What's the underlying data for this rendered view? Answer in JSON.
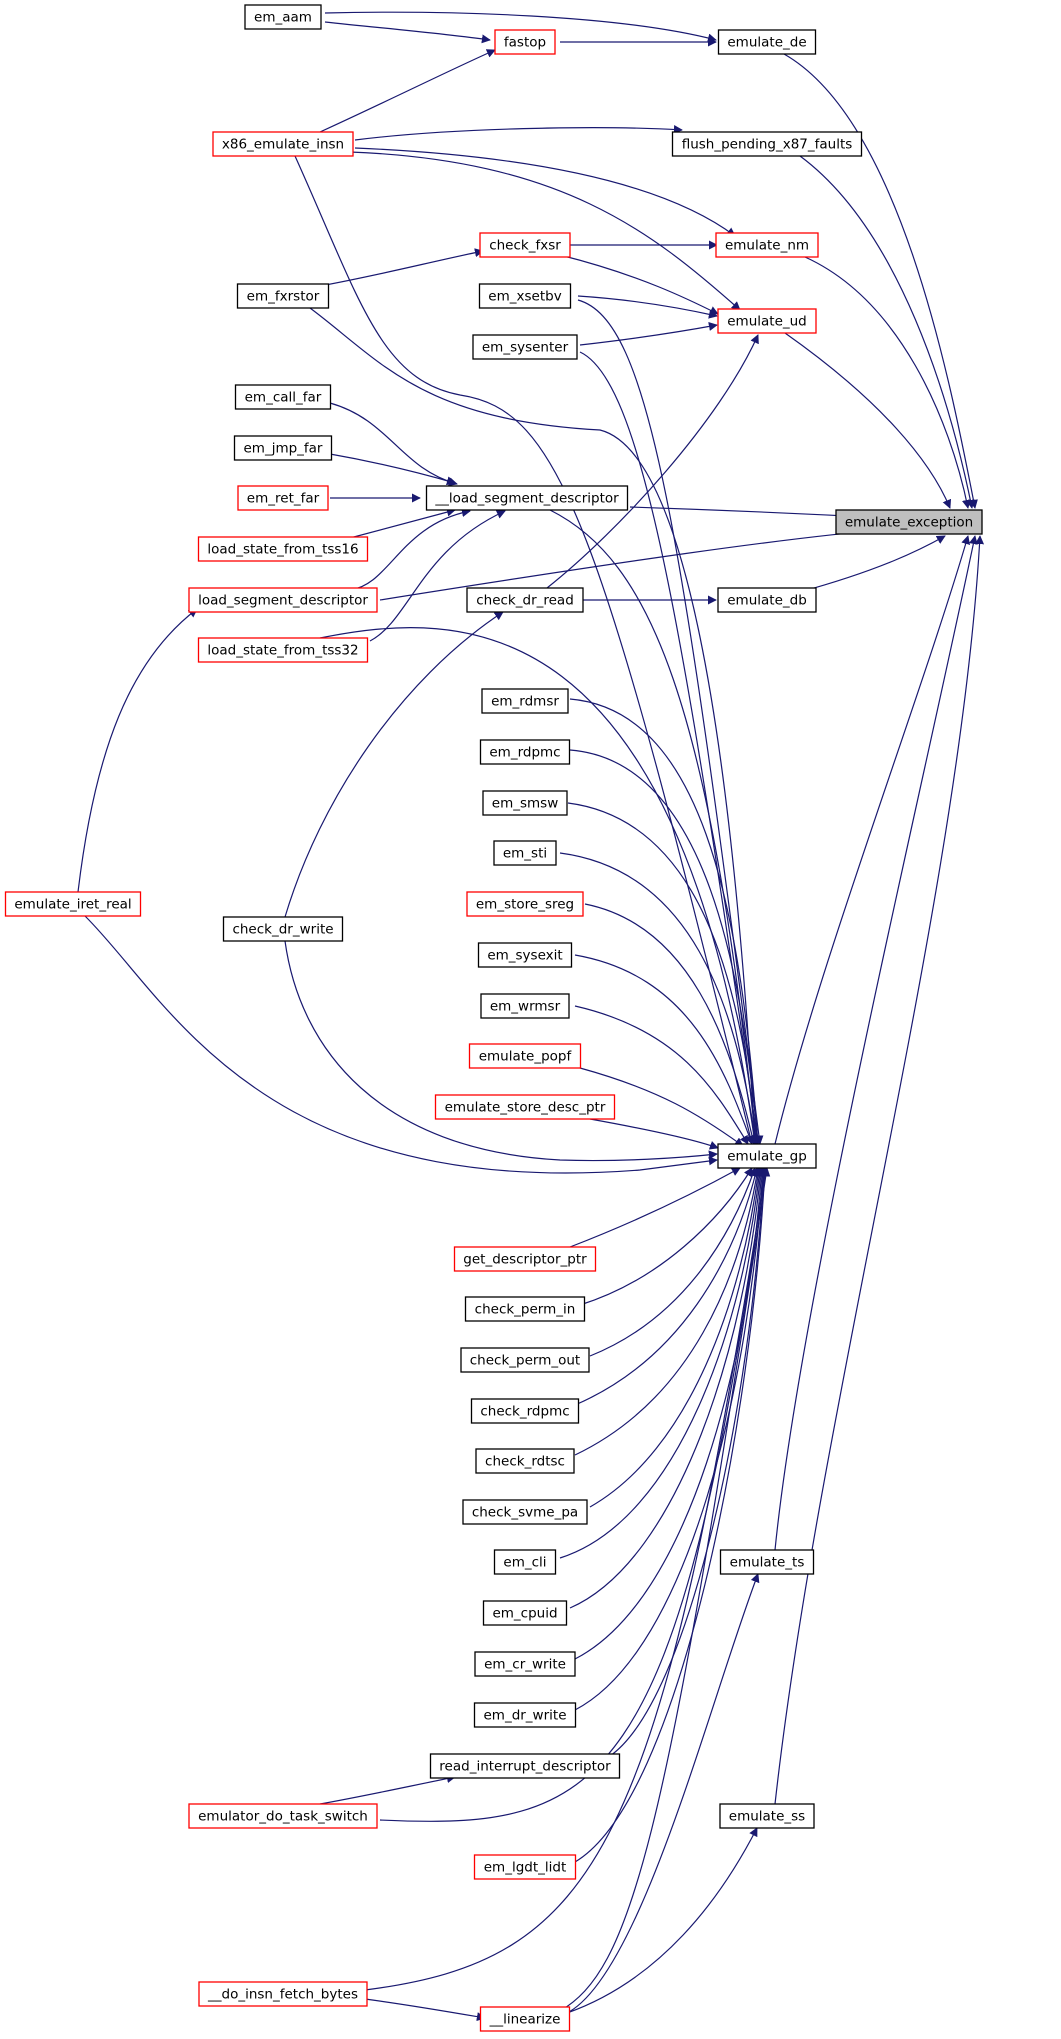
{
  "colors": {
    "edge": "#191970",
    "border_default": "#000000",
    "border_truncated": "#ff0000",
    "root_fill": "#bfbfbf",
    "node_fill": "#ffffff"
  },
  "graph": {
    "root": "emulate_exception",
    "nodes": [
      {
        "id": "emulate_exception",
        "label": "emulate_exception",
        "style": "root"
      },
      {
        "id": "emulate_de",
        "label": "emulate_de",
        "style": "default"
      },
      {
        "id": "flush_pending_x87_faults",
        "label": "flush_pending_x87_faults",
        "style": "default"
      },
      {
        "id": "emulate_nm",
        "label": "emulate_nm",
        "style": "truncated"
      },
      {
        "id": "emulate_ud",
        "label": "emulate_ud",
        "style": "truncated"
      },
      {
        "id": "__load_segment_descriptor",
        "label": "__load_segment_descriptor",
        "style": "default"
      },
      {
        "id": "emulate_db",
        "label": "emulate_db",
        "style": "default"
      },
      {
        "id": "emulate_gp",
        "label": "emulate_gp",
        "style": "default"
      },
      {
        "id": "emulate_ts",
        "label": "emulate_ts",
        "style": "default"
      },
      {
        "id": "emulate_ss",
        "label": "emulate_ss",
        "style": "default"
      },
      {
        "id": "em_aam",
        "label": "em_aam",
        "style": "default"
      },
      {
        "id": "fastop",
        "label": "fastop",
        "style": "truncated"
      },
      {
        "id": "x86_emulate_insn",
        "label": "x86_emulate_insn",
        "style": "truncated"
      },
      {
        "id": "check_fxsr",
        "label": "check_fxsr",
        "style": "truncated"
      },
      {
        "id": "em_fxrstor",
        "label": "em_fxrstor",
        "style": "default"
      },
      {
        "id": "em_xsetbv",
        "label": "em_xsetbv",
        "style": "default"
      },
      {
        "id": "em_sysenter",
        "label": "em_sysenter",
        "style": "default"
      },
      {
        "id": "em_call_far",
        "label": "em_call_far",
        "style": "default"
      },
      {
        "id": "em_jmp_far",
        "label": "em_jmp_far",
        "style": "default"
      },
      {
        "id": "em_ret_far",
        "label": "em_ret_far",
        "style": "truncated"
      },
      {
        "id": "load_state_from_tss16",
        "label": "load_state_from_tss16",
        "style": "truncated"
      },
      {
        "id": "load_segment_descriptor",
        "label": "load_segment_descriptor",
        "style": "truncated"
      },
      {
        "id": "load_state_from_tss32",
        "label": "load_state_from_tss32",
        "style": "truncated"
      },
      {
        "id": "check_dr_read",
        "label": "check_dr_read",
        "style": "default"
      },
      {
        "id": "em_rdmsr",
        "label": "em_rdmsr",
        "style": "default"
      },
      {
        "id": "em_rdpmc",
        "label": "em_rdpmc",
        "style": "default"
      },
      {
        "id": "em_smsw",
        "label": "em_smsw",
        "style": "default"
      },
      {
        "id": "em_sti",
        "label": "em_sti",
        "style": "default"
      },
      {
        "id": "em_store_sreg",
        "label": "em_store_sreg",
        "style": "truncated"
      },
      {
        "id": "em_sysexit",
        "label": "em_sysexit",
        "style": "default"
      },
      {
        "id": "em_wrmsr",
        "label": "em_wrmsr",
        "style": "default"
      },
      {
        "id": "emulate_popf",
        "label": "emulate_popf",
        "style": "truncated"
      },
      {
        "id": "emulate_store_desc_ptr",
        "label": "emulate_store_desc_ptr",
        "style": "truncated"
      },
      {
        "id": "emulate_iret_real",
        "label": "emulate_iret_real",
        "style": "truncated"
      },
      {
        "id": "check_dr_write",
        "label": "check_dr_write",
        "style": "default"
      },
      {
        "id": "get_descriptor_ptr",
        "label": "get_descriptor_ptr",
        "style": "truncated"
      },
      {
        "id": "check_perm_in",
        "label": "check_perm_in",
        "style": "default"
      },
      {
        "id": "check_perm_out",
        "label": "check_perm_out",
        "style": "default"
      },
      {
        "id": "check_rdpmc",
        "label": "check_rdpmc",
        "style": "default"
      },
      {
        "id": "check_rdtsc",
        "label": "check_rdtsc",
        "style": "default"
      },
      {
        "id": "check_svme_pa",
        "label": "check_svme_pa",
        "style": "default"
      },
      {
        "id": "em_cli",
        "label": "em_cli",
        "style": "default"
      },
      {
        "id": "em_cpuid",
        "label": "em_cpuid",
        "style": "default"
      },
      {
        "id": "em_cr_write",
        "label": "em_cr_write",
        "style": "default"
      },
      {
        "id": "em_dr_write",
        "label": "em_dr_write",
        "style": "default"
      },
      {
        "id": "read_interrupt_descriptor",
        "label": "read_interrupt_descriptor",
        "style": "default"
      },
      {
        "id": "emulator_do_task_switch",
        "label": "emulator_do_task_switch",
        "style": "truncated"
      },
      {
        "id": "em_lgdt_lidt",
        "label": "em_lgdt_lidt",
        "style": "truncated"
      },
      {
        "id": "__do_insn_fetch_bytes",
        "label": "__do_insn_fetch_bytes",
        "style": "truncated"
      },
      {
        "id": "__linearize",
        "label": "__linearize",
        "style": "truncated"
      }
    ],
    "edges": [
      {
        "from": "emulate_de",
        "to": "emulate_exception"
      },
      {
        "from": "flush_pending_x87_faults",
        "to": "emulate_exception"
      },
      {
        "from": "emulate_nm",
        "to": "emulate_exception"
      },
      {
        "from": "emulate_ud",
        "to": "emulate_exception"
      },
      {
        "from": "__load_segment_descriptor",
        "to": "emulate_exception"
      },
      {
        "from": "load_segment_descriptor",
        "to": "emulate_exception"
      },
      {
        "from": "emulate_db",
        "to": "emulate_exception"
      },
      {
        "from": "emulate_gp",
        "to": "emulate_exception"
      },
      {
        "from": "emulate_ts",
        "to": "emulate_exception"
      },
      {
        "from": "emulate_ss",
        "to": "emulate_exception"
      },
      {
        "from": "em_aam",
        "to": "emulate_de"
      },
      {
        "from": "fastop",
        "to": "emulate_de"
      },
      {
        "from": "em_aam",
        "to": "fastop"
      },
      {
        "from": "x86_emulate_insn",
        "to": "fastop"
      },
      {
        "from": "x86_emulate_insn",
        "to": "flush_pending_x87_faults"
      },
      {
        "from": "x86_emulate_insn",
        "to": "emulate_nm"
      },
      {
        "from": "check_fxsr",
        "to": "emulate_nm"
      },
      {
        "from": "x86_emulate_insn",
        "to": "emulate_ud"
      },
      {
        "from": "check_fxsr",
        "to": "emulate_ud"
      },
      {
        "from": "em_xsetbv",
        "to": "emulate_ud"
      },
      {
        "from": "em_sysenter",
        "to": "emulate_ud"
      },
      {
        "from": "check_dr_read",
        "to": "emulate_ud"
      },
      {
        "from": "em_fxrstor",
        "to": "check_fxsr"
      },
      {
        "from": "em_call_far",
        "to": "__load_segment_descriptor"
      },
      {
        "from": "em_jmp_far",
        "to": "__load_segment_descriptor"
      },
      {
        "from": "em_ret_far",
        "to": "__load_segment_descriptor"
      },
      {
        "from": "load_state_from_tss16",
        "to": "__load_segment_descriptor"
      },
      {
        "from": "load_segment_descriptor",
        "to": "__load_segment_descriptor"
      },
      {
        "from": "load_state_from_tss32",
        "to": "__load_segment_descriptor"
      },
      {
        "from": "emulate_iret_real",
        "to": "load_segment_descriptor"
      },
      {
        "from": "check_dr_read",
        "to": "emulate_db"
      },
      {
        "from": "check_dr_write",
        "to": "check_dr_read"
      },
      {
        "from": "x86_emulate_insn",
        "to": "emulate_gp"
      },
      {
        "from": "em_fxrstor",
        "to": "emulate_gp"
      },
      {
        "from": "em_xsetbv",
        "to": "emulate_gp"
      },
      {
        "from": "em_sysenter",
        "to": "emulate_gp"
      },
      {
        "from": "__load_segment_descriptor",
        "to": "emulate_gp"
      },
      {
        "from": "load_state_from_tss32",
        "to": "emulate_gp"
      },
      {
        "from": "em_rdmsr",
        "to": "emulate_gp"
      },
      {
        "from": "em_rdpmc",
        "to": "emulate_gp"
      },
      {
        "from": "em_smsw",
        "to": "emulate_gp"
      },
      {
        "from": "em_sti",
        "to": "emulate_gp"
      },
      {
        "from": "em_store_sreg",
        "to": "emulate_gp"
      },
      {
        "from": "em_sysexit",
        "to": "emulate_gp"
      },
      {
        "from": "em_wrmsr",
        "to": "emulate_gp"
      },
      {
        "from": "emulate_popf",
        "to": "emulate_gp"
      },
      {
        "from": "emulate_store_desc_ptr",
        "to": "emulate_gp"
      },
      {
        "from": "check_dr_write",
        "to": "emulate_gp"
      },
      {
        "from": "emulate_iret_real",
        "to": "emulate_gp"
      },
      {
        "from": "get_descriptor_ptr",
        "to": "emulate_gp"
      },
      {
        "from": "check_perm_in",
        "to": "emulate_gp"
      },
      {
        "from": "check_perm_out",
        "to": "emulate_gp"
      },
      {
        "from": "check_rdpmc",
        "to": "emulate_gp"
      },
      {
        "from": "check_rdtsc",
        "to": "emulate_gp"
      },
      {
        "from": "check_svme_pa",
        "to": "emulate_gp"
      },
      {
        "from": "em_cli",
        "to": "emulate_gp"
      },
      {
        "from": "em_cpuid",
        "to": "emulate_gp"
      },
      {
        "from": "em_cr_write",
        "to": "emulate_gp"
      },
      {
        "from": "em_dr_write",
        "to": "emulate_gp"
      },
      {
        "from": "read_interrupt_descriptor",
        "to": "emulate_gp"
      },
      {
        "from": "emulator_do_task_switch",
        "to": "emulate_gp"
      },
      {
        "from": "em_lgdt_lidt",
        "to": "emulate_gp"
      },
      {
        "from": "__do_insn_fetch_bytes",
        "to": "emulate_gp"
      },
      {
        "from": "__linearize",
        "to": "emulate_gp"
      },
      {
        "from": "emulator_do_task_switch",
        "to": "read_interrupt_descriptor"
      },
      {
        "from": "__linearize",
        "to": "emulate_ts"
      },
      {
        "from": "__linearize",
        "to": "emulate_ss"
      },
      {
        "from": "__do_insn_fetch_bytes",
        "to": "__linearize"
      }
    ]
  }
}
